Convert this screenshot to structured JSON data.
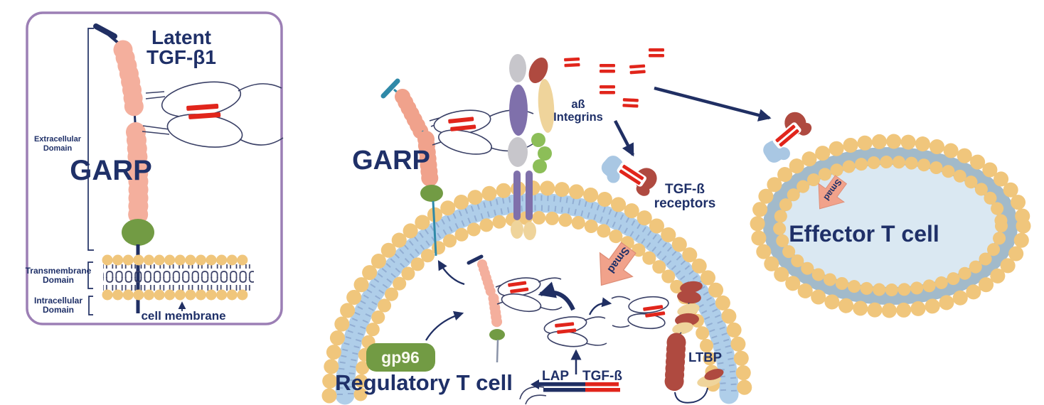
{
  "colors": {
    "navy": "#1F3068",
    "arrow_navy": "#202F63",
    "outline": "#3A4066",
    "red": "#E1251B",
    "salmon": "#F0A28C",
    "salmon_light": "#F4AF9D",
    "green": "#729B44",
    "green_light": "#8CBE58",
    "teal": "#2F89A8",
    "yellow": "#F0C67C",
    "membrane_blue": "#AFCEE9",
    "purple": "#7F70AB",
    "gray": "#C7C6CB",
    "dark_red": "#AF4A40",
    "tan": "#EFD49B",
    "receptor_blue": "#A9C7E3",
    "effector_ring": "#A2BACA",
    "cell_fill": "#DAE8F2",
    "smad_fill": "#F1A28B",
    "inset_border": "#9C7FB5",
    "background": "#FFFFFF"
  },
  "inset": {
    "title_line1": "Latent",
    "title_line2": "TGF-β1",
    "garp_label": "GARP",
    "extracellular_line1": "Extracellular",
    "extracellular_line2": "Domain",
    "transmembrane_line1": "Transmembrane",
    "transmembrane_line2": "Domain",
    "intracellular_line1": "Intracellular",
    "intracellular_line2": "Domain",
    "cell_membrane_label": "cell membrane"
  },
  "treg": {
    "garp_label": "GARP",
    "integrins_line1": "aß",
    "integrins_line2": "Integrins",
    "receptors_line1": "TGF-ß",
    "receptors_line2": "receptors",
    "smad_label": "Smad",
    "gp96_label": "gp96",
    "cell_label": "Regulatory T cell",
    "lap_label": "LAP",
    "tgfb_label": "TGF-ß",
    "ltbp_label": "LTBP"
  },
  "effector": {
    "cell_label": "Effector T cell",
    "smad_label": "Smad"
  }
}
